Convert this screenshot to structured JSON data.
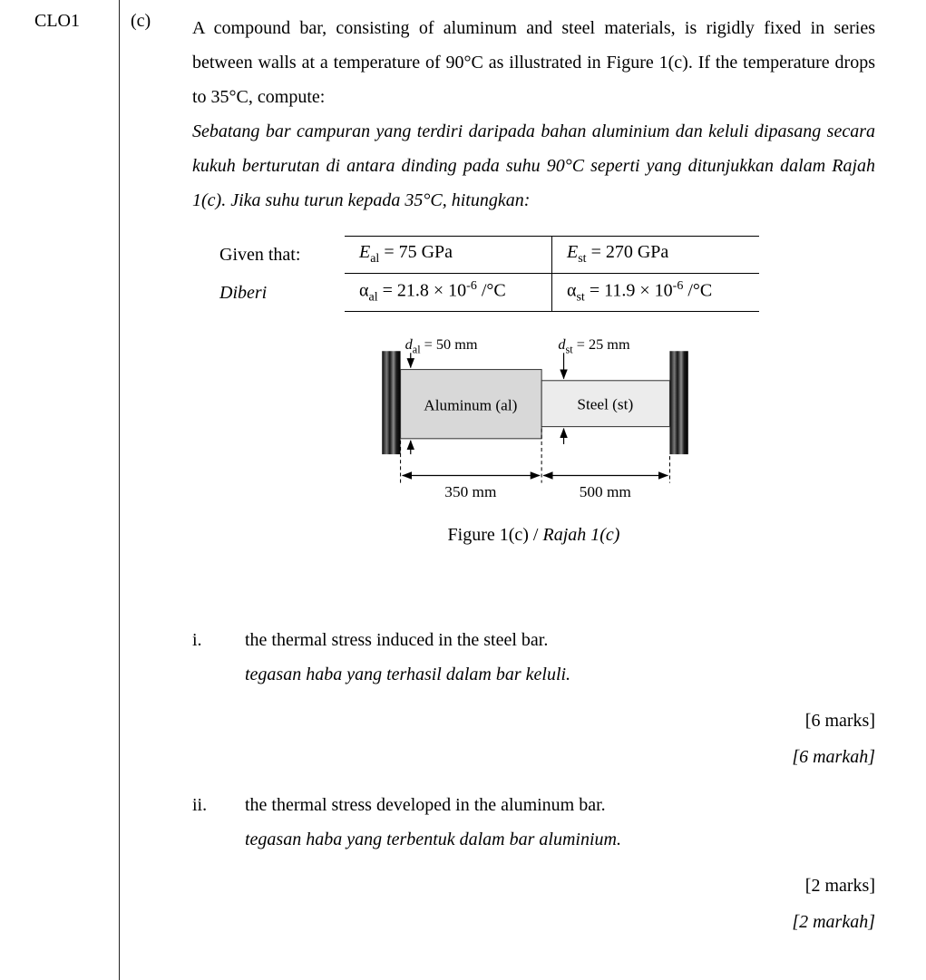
{
  "doc": {
    "clo": "CLO1",
    "part": "(c)"
  },
  "question": {
    "en": "A compound bar, consisting of aluminum and steel materials, is rigidly fixed in series between walls at a temperature of 90°C as illustrated in Figure 1(c). If the temperature drops to 35°C, compute:",
    "ms": "Sebatang bar campuran yang terdiri daripada bahan aluminium dan keluli dipasang secara kukuh berturutan di antara dinding pada suhu 90°C seperti yang ditunjukkan dalam Rajah 1(c). Jika suhu turun kepada 35°C, hitungkan:"
  },
  "given": {
    "label_en": "Given that:",
    "label_ms": "Diberi",
    "e_al_sym": "E",
    "e_al_sub": "al",
    "e_al_val": " = 75 GPa",
    "e_st_sym": "E",
    "e_st_sub": "st",
    "e_st_val": " = 270 GPa",
    "a_al_sym": "α",
    "a_al_sub": "al",
    "a_al_val": " = 21.8 × 10",
    "a_al_sup": "-6",
    "a_al_unit": " /°C",
    "a_st_sym": "α",
    "a_st_sub": "st",
    "a_st_val": " = 11.9 × 10",
    "a_st_sup": "-6",
    "a_st_unit": " /°C"
  },
  "figure": {
    "d_al_sym": "d",
    "d_al_sub": "al",
    "d_al_val": " = 50 mm",
    "d_st_sym": "d",
    "d_st_sub": "st",
    "d_st_val": " = 25 mm",
    "aluminum": "Aluminum (al)",
    "steel": "Steel (st)",
    "dim_al": "350 mm",
    "dim_st": "500 mm",
    "caption_en": "Figure 1(c) / ",
    "caption_ms": "Rajah 1(c)"
  },
  "items": [
    {
      "num": "i.",
      "en": "the thermal stress induced in the steel bar.",
      "ms": "tegasan haba yang terhasil dalam bar keluli.",
      "marks_en": "[6 marks]",
      "marks_ms": "[6 markah]"
    },
    {
      "num": "ii.",
      "en": "the thermal stress developed in the aluminum bar.",
      "ms": "tegasan haba yang terbentuk dalam bar aluminium.",
      "marks_en": "[2 marks]",
      "marks_ms": "[2 markah]"
    }
  ]
}
